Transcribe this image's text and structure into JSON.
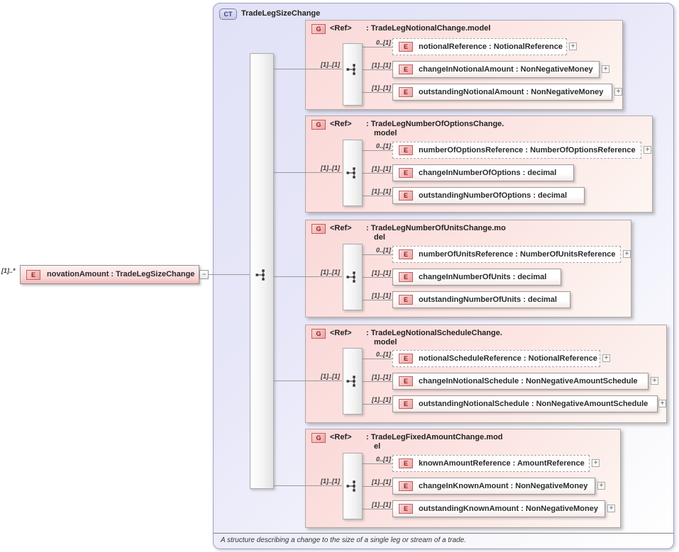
{
  "root_element": {
    "cardinality": "[1]..*",
    "badge": "E",
    "label": "novationAmount : TradeLegSizeChange"
  },
  "icons": {
    "plus": "+",
    "collapse": "−"
  },
  "complex_type": {
    "badge": "CT",
    "title": "TradeLegSizeChange",
    "sequence_cardinality": "[1]..[1]",
    "annotation": "A structure describing a change to the size of a single leg or stream of a trade.",
    "groups": [
      {
        "cardinality": "[1]..[1]",
        "badge": "G",
        "ref_label": "<Ref>",
        "title_line1": ": TradeLegNotionalChange.model",
        "title_line2": "",
        "sequence_cardinality": "[1]..[1]",
        "elements": [
          {
            "cardinality": "0..[1]",
            "badge": "E",
            "label": "notionalReference : NotionalReference",
            "optional": true,
            "expandable": true
          },
          {
            "cardinality": "[1]..[1]",
            "badge": "E",
            "label": "changeInNotionalAmount : NonNegativeMoney",
            "optional": false,
            "expandable": true
          },
          {
            "cardinality": "[1]..[1]",
            "badge": "E",
            "label": "outstandingNotionalAmount : NonNegativeMoney",
            "optional": false,
            "expandable": true
          }
        ]
      },
      {
        "cardinality": "[1]..[1]",
        "badge": "G",
        "ref_label": "<Ref>",
        "title_line1": ": TradeLegNumberOfOptionsChange.",
        "title_line2": "model",
        "sequence_cardinality": "[1]..[1]",
        "elements": [
          {
            "cardinality": "0..[1]",
            "badge": "E",
            "label": "numberOfOptionsReference : NumberOfOptionsReference",
            "optional": true,
            "expandable": true
          },
          {
            "cardinality": "[1]..[1]",
            "badge": "E",
            "label": "changeInNumberOfOptions : decimal",
            "optional": false,
            "expandable": false
          },
          {
            "cardinality": "[1]..[1]",
            "badge": "E",
            "label": "outstandingNumberOfOptions : decimal",
            "optional": false,
            "expandable": false
          }
        ]
      },
      {
        "cardinality": "[1]..[1]",
        "badge": "G",
        "ref_label": "<Ref>",
        "title_line1": ": TradeLegNumberOfUnitsChange.mo",
        "title_line2": "del",
        "sequence_cardinality": "[1]..[1]",
        "elements": [
          {
            "cardinality": "0..[1]",
            "badge": "E",
            "label": "numberOfUnitsReference : NumberOfUnitsReference",
            "optional": true,
            "expandable": true
          },
          {
            "cardinality": "[1]..[1]",
            "badge": "E",
            "label": "changeInNumberOfUnits : decimal",
            "optional": false,
            "expandable": false
          },
          {
            "cardinality": "[1]..[1]",
            "badge": "E",
            "label": "outstandingNumberOfUnits : decimal",
            "optional": false,
            "expandable": false
          }
        ]
      },
      {
        "cardinality": "[1]..[1]",
        "badge": "G",
        "ref_label": "<Ref>",
        "title_line1": ": TradeLegNotionalScheduleChange.",
        "title_line2": "model",
        "sequence_cardinality": "[1]..[1]",
        "elements": [
          {
            "cardinality": "0..[1]",
            "badge": "E",
            "label": "notionalScheduleReference : NotionalReference",
            "optional": true,
            "expandable": true
          },
          {
            "cardinality": "[1]..[1]",
            "badge": "E",
            "label": "changeInNotionalSchedule : NonNegativeAmountSchedule",
            "optional": false,
            "expandable": true
          },
          {
            "cardinality": "[1]..[1]",
            "badge": "E",
            "label": "outstandingNotionalSchedule : NonNegativeAmountSchedule",
            "optional": false,
            "expandable": true
          }
        ]
      },
      {
        "cardinality": "[1]..[1]",
        "badge": "G",
        "ref_label": "<Ref>",
        "title_line1": ": TradeLegFixedAmountChange.mod",
        "title_line2": "el",
        "sequence_cardinality": "[1]..[1]",
        "elements": [
          {
            "cardinality": "0..[1]",
            "badge": "E",
            "label": "knownAmountReference : AmountReference",
            "optional": true,
            "expandable": true
          },
          {
            "cardinality": "[1]..[1]",
            "badge": "E",
            "label": "changeInKnownAmount : NonNegativeMoney",
            "optional": false,
            "expandable": true
          },
          {
            "cardinality": "[1]..[1]",
            "badge": "E",
            "label": "outstandingKnownAmount : NonNegativeMoney",
            "optional": false,
            "expandable": true
          }
        ]
      }
    ]
  },
  "colors": {
    "container_fill": "#e4e4f8",
    "group_fill": "#fbdede",
    "badge_red_border": "#c06060",
    "badge_red_text": "#8b1f1f",
    "ct_badge_border": "#8080b0",
    "line": "#9a9a9a"
  }
}
